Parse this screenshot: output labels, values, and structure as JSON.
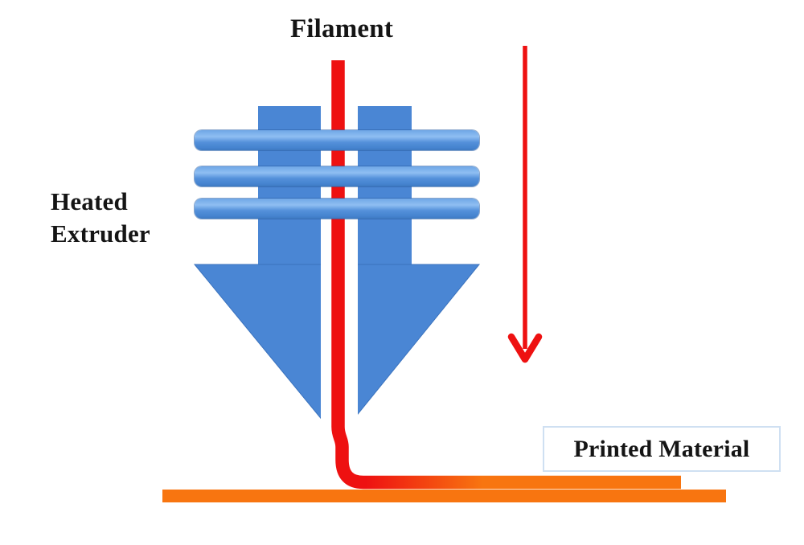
{
  "diagram": {
    "type": "fdm-3d-printing-extruder-schematic",
    "labels": {
      "filament": "Filament",
      "heated_extruder": "Heated Extruder",
      "printed_material": "Printed Material"
    },
    "shapes": {
      "extruder_body": "vertical blue block with white filament channel",
      "heater_bars": 3,
      "nozzle": "downward blue triangle",
      "motion_arrow": "red arrow pointing down",
      "filament_path": "red line entering extruder, curving onto printed layer",
      "printed_layer": "orange horizontal bar with stepped fresh layer"
    },
    "colors": {
      "extruder_blue": "#4a86d4",
      "heater_bar_light": "#8fbef2",
      "heater_bar_dark": "#3c78c0",
      "filament_red": "#ee1111",
      "material_orange": "#f87510",
      "label_box_border": "#cfe0f2",
      "text": "#151515",
      "background": "#ffffff"
    }
  }
}
